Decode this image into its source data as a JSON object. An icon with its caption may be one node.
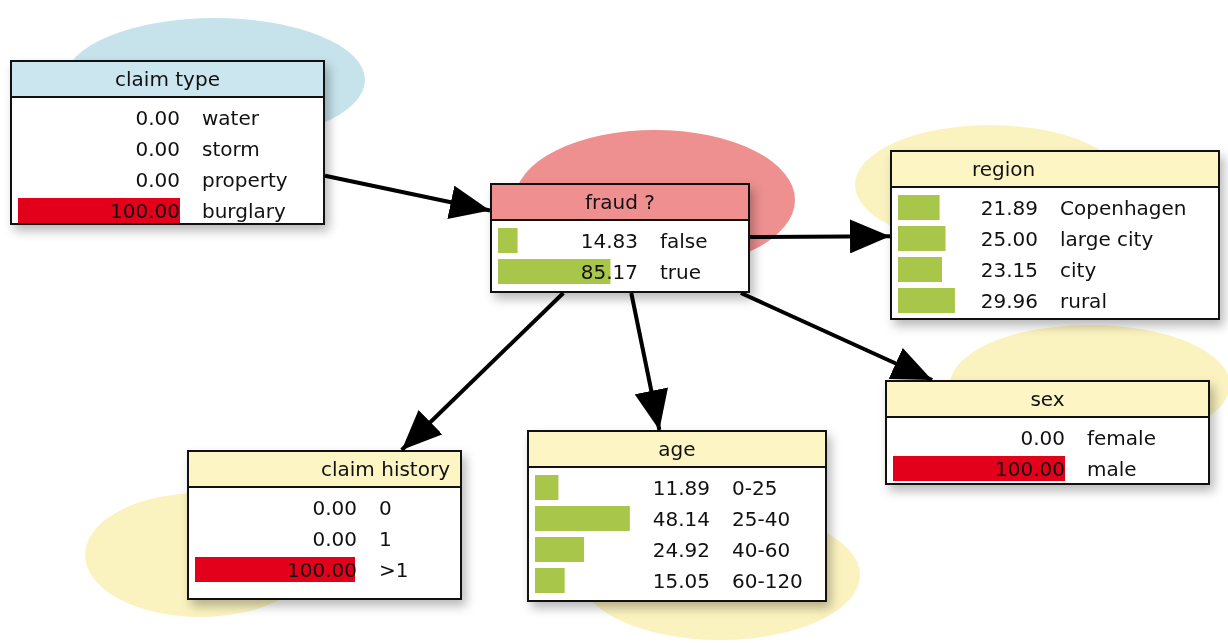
{
  "diagram": {
    "nodes": [
      {
        "text": [
          "claim type",
          "0.00",
          "water",
          "0.00",
          "storm",
          "0.00",
          "property",
          "100.00",
          "burglary"
        ]
      },
      {
        "text": [
          "fraud ?",
          "14.83",
          "false",
          "85.17",
          "true"
        ]
      },
      {
        "text": [
          "region",
          "21.89",
          "Copenhagen",
          "25.00",
          "large city",
          "23.15",
          "city",
          "29.96",
          "rural"
        ]
      },
      {
        "text": [
          "sex",
          "0.00",
          "female",
          "100.00",
          "male"
        ]
      },
      {
        "text": [
          "claim history",
          "0.00",
          "0",
          "0.00",
          "1",
          "100.00",
          ">1"
        ]
      },
      {
        "text": [
          "age",
          "11.89",
          "0-25",
          "48.14",
          "25-40",
          "24.92",
          "40-60",
          "15.05",
          "60-120"
        ]
      }
    ],
    "edges": [
      {
        "from": 0,
        "to": 1,
        "arrow": "to"
      },
      {
        "from": 1,
        "to": 2,
        "arrow": "to"
      },
      {
        "from": 1,
        "to": 3,
        "arrow": "to"
      },
      {
        "from": 1,
        "to": 4,
        "arrow": "to"
      },
      {
        "from": 1,
        "to": 5,
        "arrow": "to"
      }
    ]
  }
}
